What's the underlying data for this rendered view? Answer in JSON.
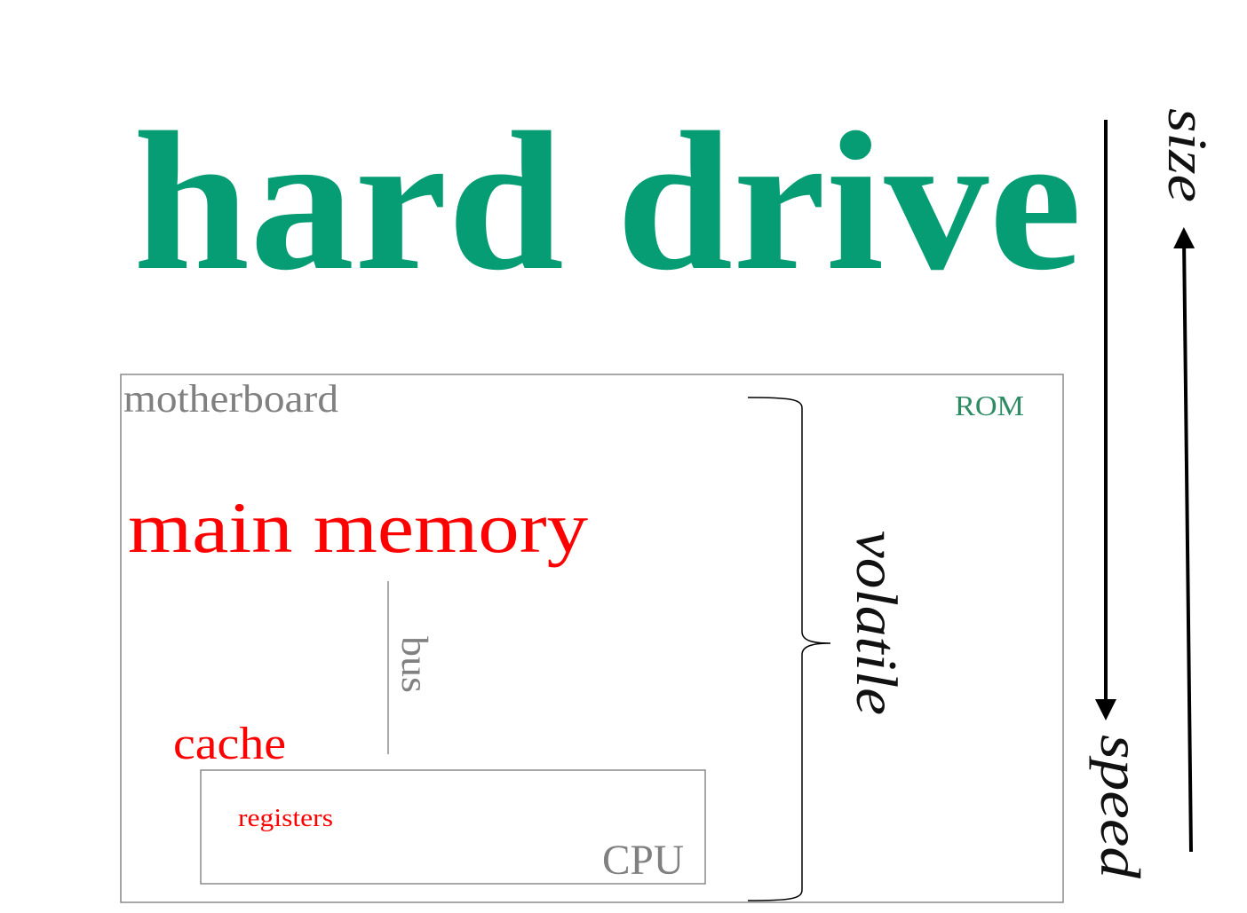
{
  "title": "hard drive",
  "motherboard": {
    "label": "motherboard",
    "rom": "ROM",
    "main_memory": "main memory",
    "bus": "bus",
    "cache": "cache"
  },
  "cpu": {
    "label": "CPU",
    "registers": "registers"
  },
  "volatile_label": "volatile",
  "axes": {
    "speed": "speed",
    "size": "size"
  },
  "colors": {
    "green": "#069c74",
    "red": "#ff0000",
    "gray": "#808080",
    "black": "#000000"
  }
}
